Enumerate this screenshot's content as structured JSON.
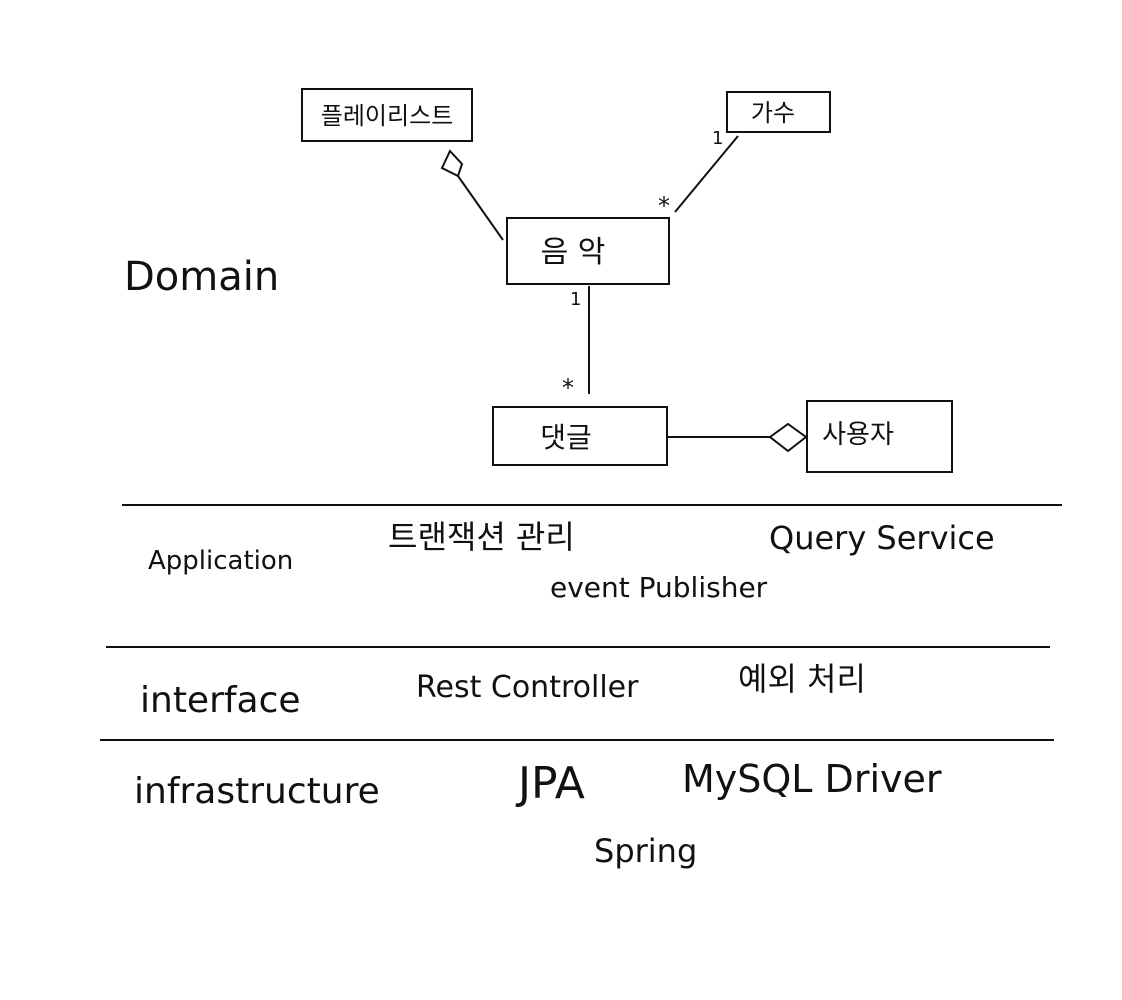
{
  "layers": {
    "domain": {
      "label": "Domain"
    },
    "application": {
      "label": "Application",
      "items": [
        "트랜잭션 관리",
        "Query Service",
        "event Publisher"
      ]
    },
    "interface": {
      "label": "interface",
      "items": [
        "Rest Controller",
        "예외 처리"
      ]
    },
    "infrastructure": {
      "label": "infrastructure",
      "items": [
        "JPA",
        "MySQL Driver",
        "Spring"
      ]
    }
  },
  "classes": {
    "playlist": "플레이리스트",
    "singer": "가수",
    "music": "음 악",
    "comment": "댓글",
    "user": "사용자"
  },
  "multiplicities": {
    "singer_end": "1",
    "music_singer_end": "*",
    "music_comment_end": "1",
    "comment_end": "*"
  }
}
